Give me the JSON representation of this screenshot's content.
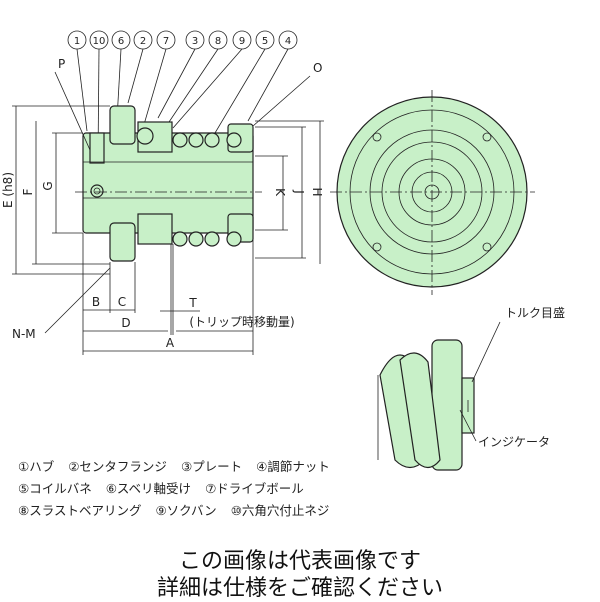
{
  "callouts": [
    "1",
    "10",
    "6",
    "2",
    "7",
    "3",
    "8",
    "9",
    "5",
    "4"
  ],
  "labels": {
    "P": "P",
    "O": "O",
    "NM": "N-M"
  },
  "dimensions": {
    "E": "E (h8)",
    "F": "F",
    "G": "G",
    "K": "K",
    "J": "J",
    "H": "H",
    "B": "B",
    "C": "C",
    "D": "D",
    "T": "T",
    "trip": "(トリップ時移動量)",
    "A": "A"
  },
  "detail": {
    "torque_scale": "トルク目盛",
    "indicator": "インジケータ"
  },
  "legend": [
    [
      "①ハブ",
      "②センタフランジ",
      "③プレート",
      "④調節ナット"
    ],
    [
      "⑤コイルバネ",
      "⑥スベリ軸受け",
      "⑦ドライブボール"
    ],
    [
      "⑧スラストベアリング",
      "⑨ソクバン",
      "⑩六角穴付止ネジ"
    ]
  ],
  "notice": [
    "この画像は代表画像です",
    "詳細は仕様をご確認ください"
  ],
  "colors": {
    "part_fill": "#c8f0c8",
    "line": "#222222"
  }
}
